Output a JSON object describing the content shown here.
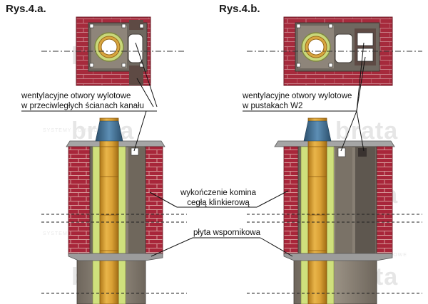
{
  "figures": [
    {
      "title": "Rys.4.a."
    },
    {
      "title": "Rys.4.b."
    }
  ],
  "labels": {
    "vent_a_line1": "wentylacyjne otwory wylotowe",
    "vent_a_line2": "w przeciwległych ścianach kanału",
    "vent_b_line1": "wentylacyjne otwory wylotowe",
    "vent_b_line2": "w pustakach W2",
    "finish_line1": "wykończenie komina",
    "finish_line2": "cegłą klinkierową",
    "plate": "płyta wspornikowa"
  },
  "watermark": {
    "brand": "brata",
    "sub": "SYSTEMY KOMINOWE"
  },
  "colors": {
    "brick": "#a8263a",
    "brick_dark": "#7e1a2a",
    "mortar": "#c98a8a",
    "block": "#8c8378",
    "block_dark": "#5e574f",
    "block_light": "#b9b2a8",
    "flue_gold": "#d8a33a",
    "flue_gold_dark": "#a8741c",
    "insulation": "#cfe07c",
    "cap": "#9a9a9a",
    "pipe_blue": "#3d6d92",
    "dash": "#333333"
  }
}
